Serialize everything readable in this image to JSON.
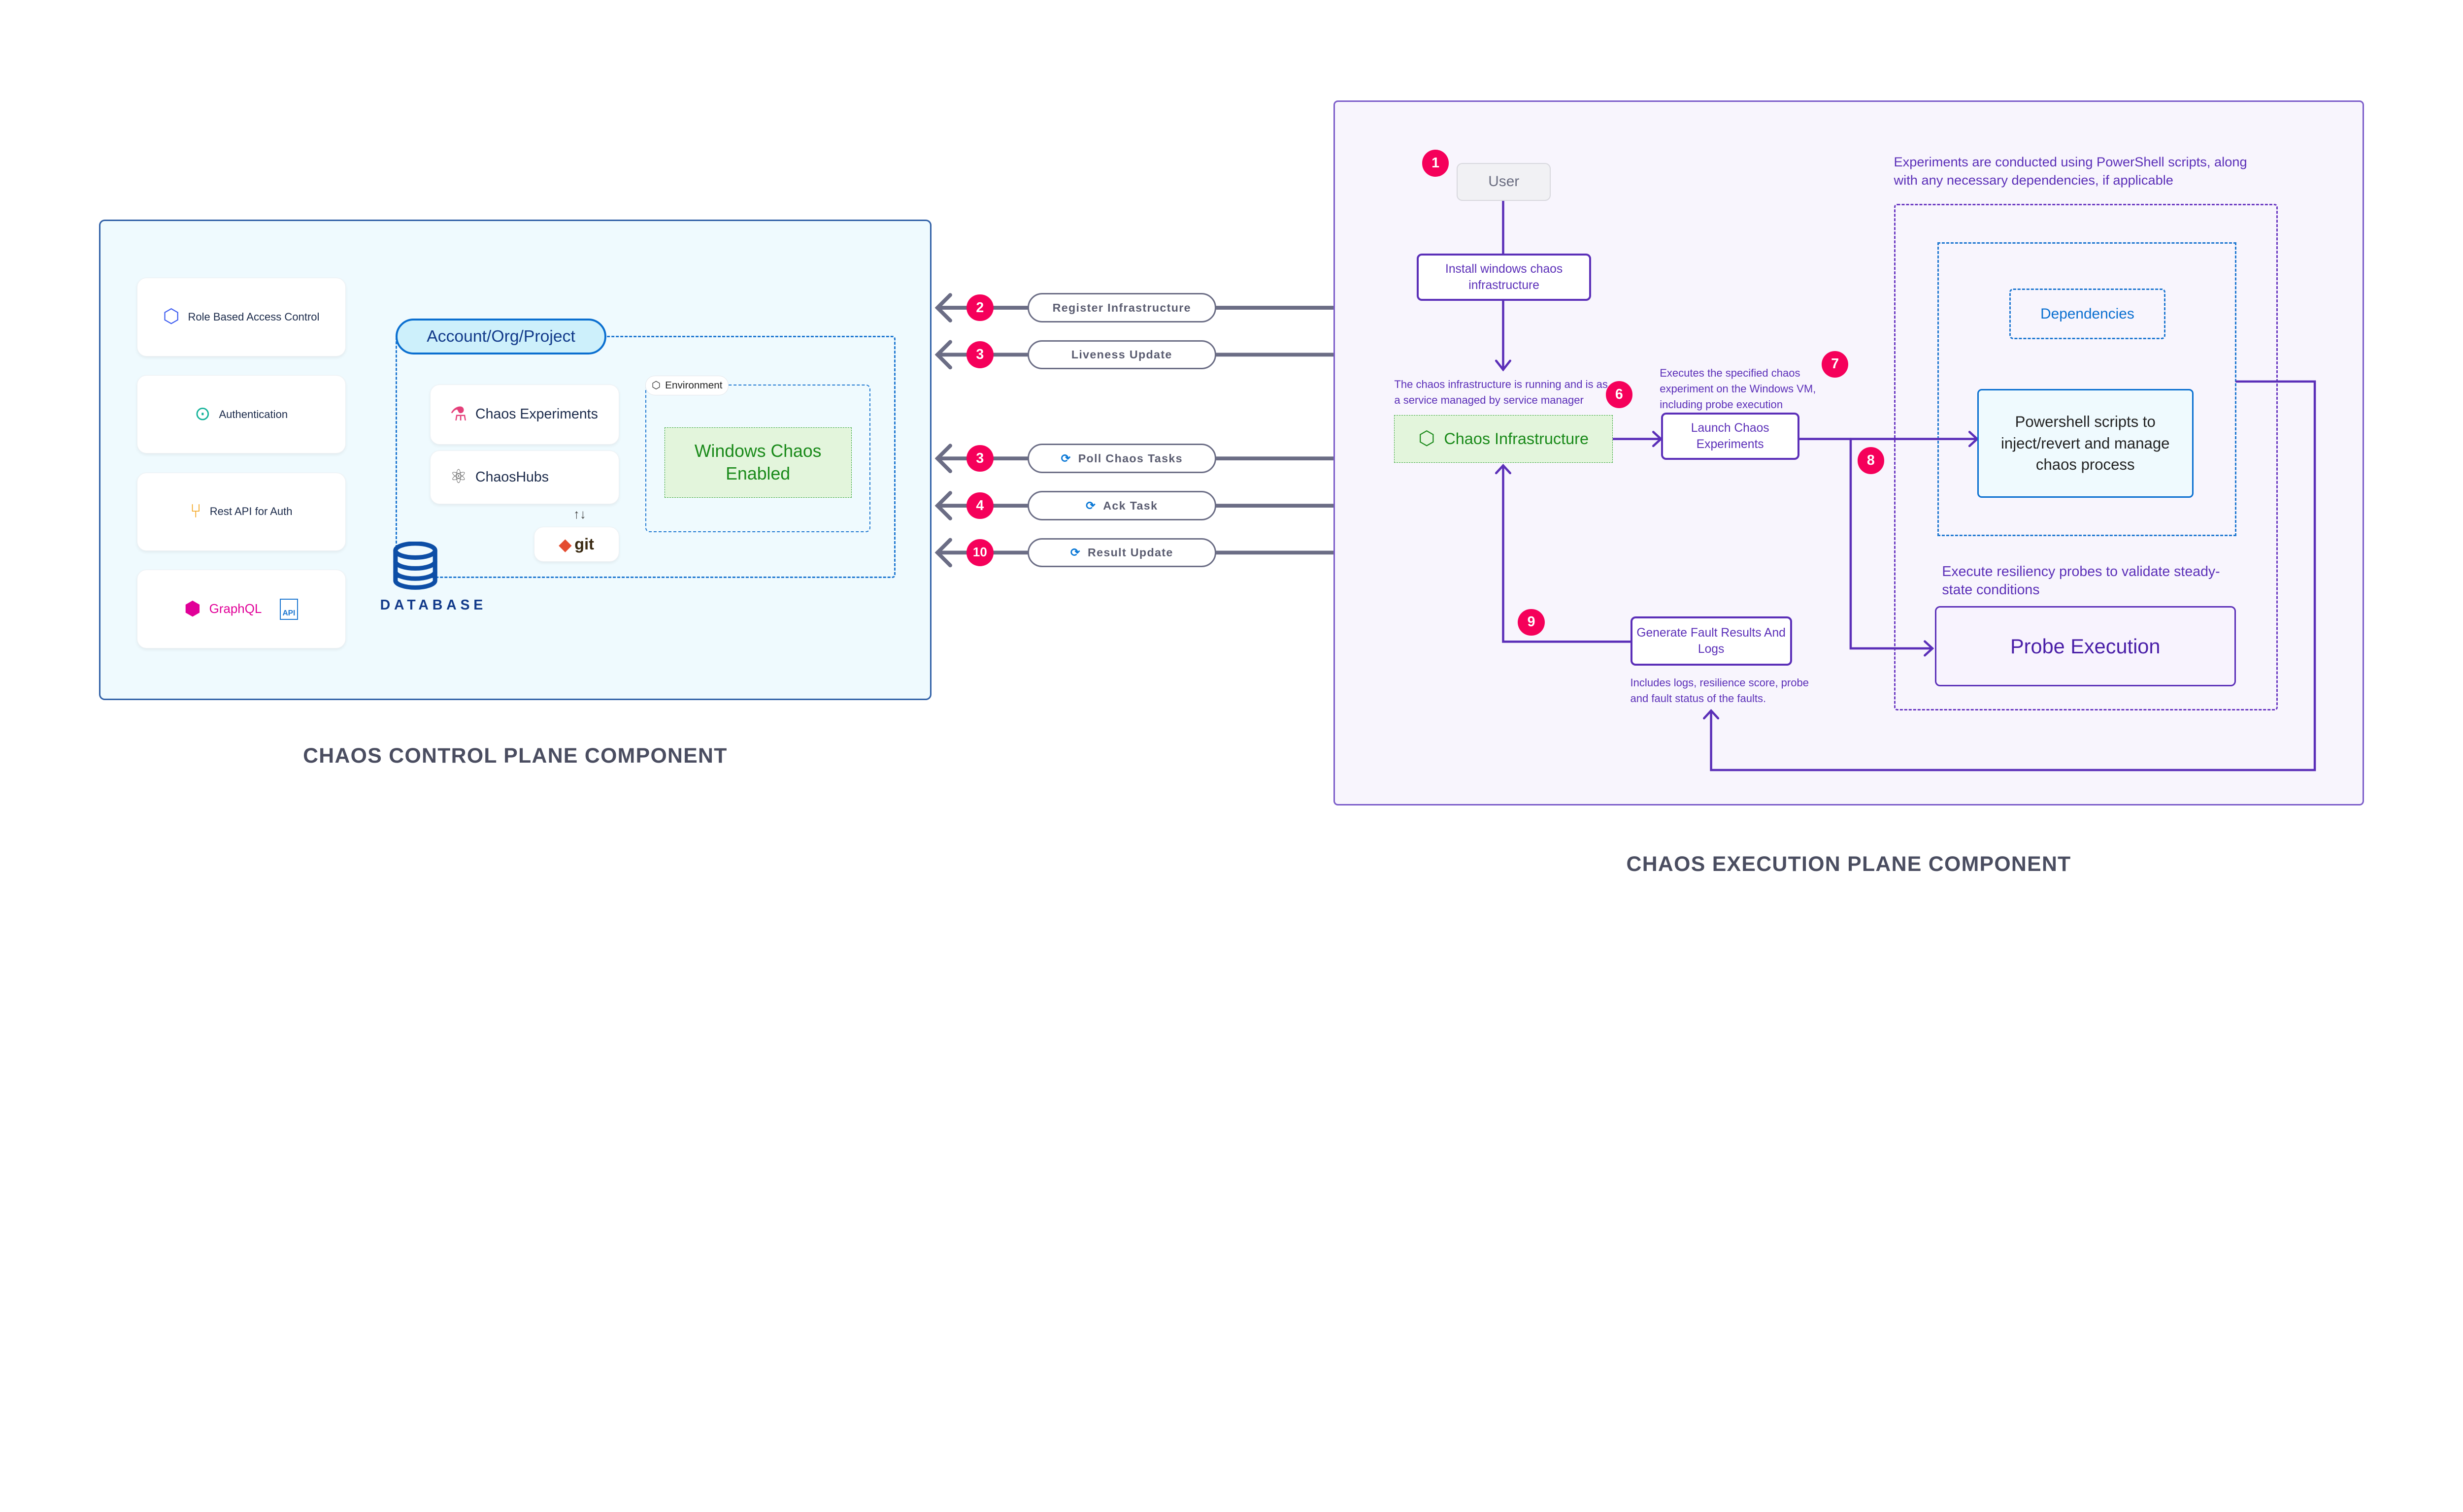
{
  "control_plane": {
    "title": "CHAOS CONTROL PLANE COMPONENT",
    "cards": [
      {
        "label": "Role Based Access Control",
        "icon": "rbac-icon"
      },
      {
        "label": "Authentication",
        "icon": "auth-icon"
      },
      {
        "label": "Rest API for Auth",
        "icon": "rest-api-icon"
      },
      {
        "label": "GraphQL",
        "icon": "graphql-icon",
        "extra": "API"
      }
    ],
    "account": "Account/Org/Project",
    "chaos_experiments": "Chaos Experiments",
    "chaoshubs": "ChaosHubs",
    "git": "git",
    "environment": "Environment",
    "windows_chaos": "Windows Chaos Enabled",
    "database": "DATABASE"
  },
  "messages": [
    {
      "step": "2",
      "label": "Register Infrastructure",
      "sync_icon": false
    },
    {
      "step": "3",
      "label": "Liveness Update",
      "sync_icon": false
    },
    {
      "step": "3",
      "label": "Poll Chaos Tasks",
      "sync_icon": true
    },
    {
      "step": "4",
      "label": "Ack Task",
      "sync_icon": true
    },
    {
      "step": "10",
      "label": "Result Update",
      "sync_icon": true
    }
  ],
  "execution_plane": {
    "title": "CHAOS EXECUTION PLANE COMPONENT",
    "user": "User",
    "step_user": "1",
    "install": "Install windows chaos infrastructure",
    "infra_caption": "The chaos infrastructure is running and is as a service managed by service manager",
    "step_infra": "6",
    "infra": "Chaos Infrastructure",
    "launch_caption": "Executes the specified chaos experiment on the Windows VM, including probe execution",
    "step_launch": "7",
    "launch": "Launch Chaos Experiments",
    "step_probe": "8",
    "ps_caption": "Experiments are conducted using PowerShell scripts, along with any necessary dependencies, if applicable",
    "dependencies": "Dependencies",
    "powershell": "Powershell scripts to inject/revert and manage chaos process",
    "probe_caption": "Execute resiliency probes to validate steady-state conditions",
    "probe": "Probe Execution",
    "generate": "Generate Fault Results And Logs",
    "generate_caption": "Includes logs, resilience score, probe and fault status of the faults.",
    "step_results": "9"
  },
  "colors": {
    "badge": "#f5005a",
    "purple": "#5b2fb8",
    "control_border": "#2f5fa6",
    "green": "#1a8a1a",
    "blue": "#0a6fd0"
  }
}
